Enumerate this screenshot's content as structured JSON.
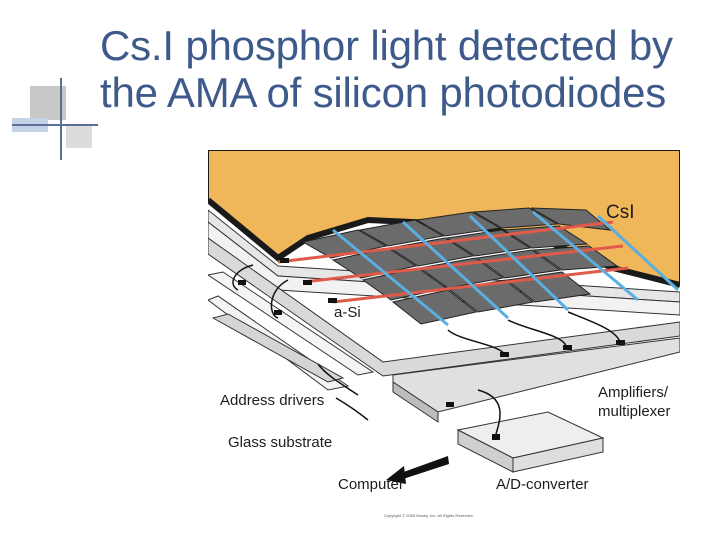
{
  "slide": {
    "title_line1": "Cs.I phosphor light detected by",
    "title_line2": "the AMA of silicon photodiodes"
  },
  "figure": {
    "labels": {
      "csi": "CsI",
      "asi": "a-Si",
      "address_drivers": "Address drivers",
      "glass_substrate": "Glass substrate",
      "amplifiers": "Amplifiers/",
      "multiplexer": "multiplexer",
      "computer": "Computer",
      "adc": "A/D-converter"
    },
    "copyright": "Copyright © 2005 Mosby, Inc. All Rights Reserved."
  },
  "colors": {
    "title": "#3d5a8a",
    "phosphor": "#f0b75a",
    "pixel": "#6b6b6b",
    "scan_line": "#e05a4a",
    "data_line": "#5aaee0",
    "bar": "#d8d8d8"
  }
}
